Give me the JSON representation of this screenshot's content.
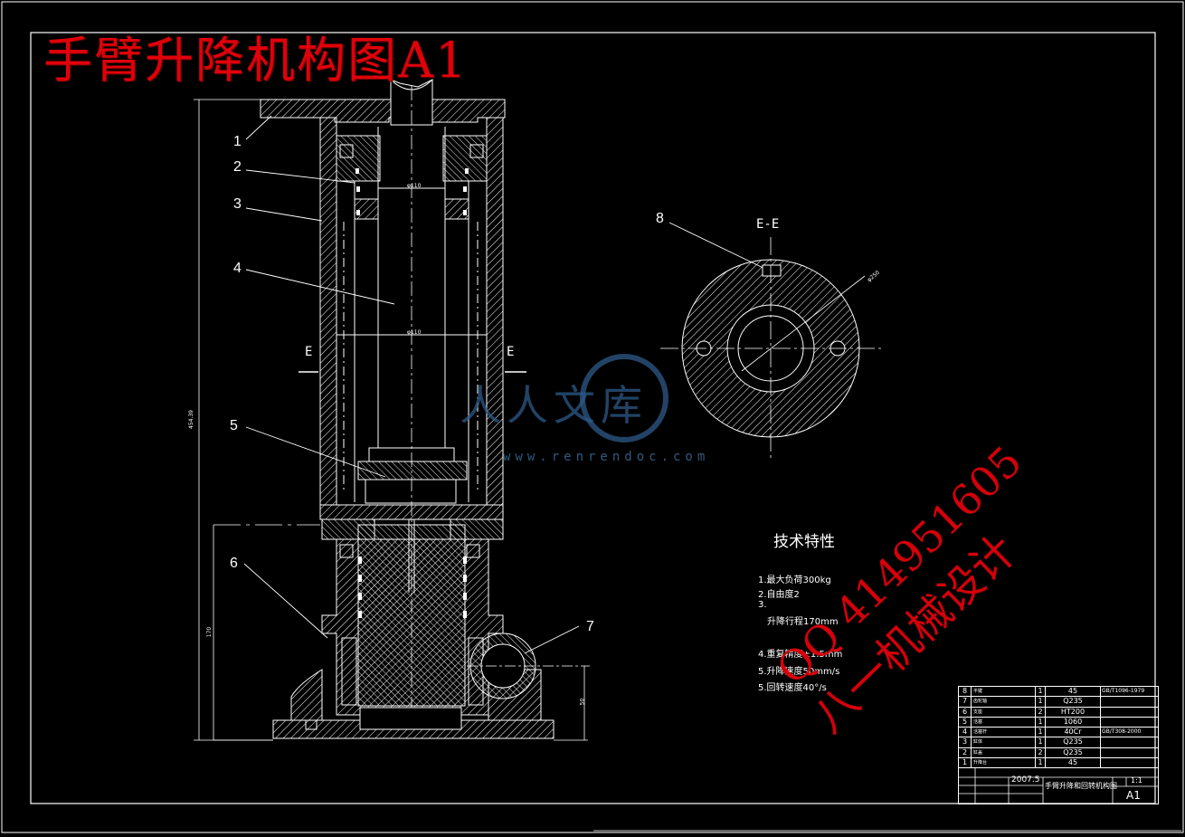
{
  "title": "手臂升降机构图A1",
  "part_labels": [
    "1",
    "2",
    "3",
    "4",
    "5",
    "6",
    "7",
    "8"
  ],
  "section_labels": {
    "left": "E",
    "right": "E",
    "view": "E-E"
  },
  "tech": {
    "title": "技术特性",
    "lines": [
      "1.最大负荷300kg",
      "2.自由度2",
      "3.",
      "升降行程170mm",
      "",
      "4.重复精度±1.5mm",
      "5.升降速度50mm/s",
      "5.回转速度40°/s"
    ]
  },
  "bom_rows": [
    {
      "no": "8",
      "name": "平键",
      "qty": "1",
      "mat": "45",
      "std": "GB/T1096-1979"
    },
    {
      "no": "7",
      "name": "齿轮轴",
      "qty": "1",
      "mat": "Q235",
      "std": ""
    },
    {
      "no": "6",
      "name": "支座",
      "qty": "2",
      "mat": "HT200",
      "std": ""
    },
    {
      "no": "5",
      "name": "活塞",
      "qty": "1",
      "mat": "1060",
      "std": ""
    },
    {
      "no": "4",
      "name": "活塞杆",
      "qty": "1",
      "mat": "40Cr",
      "std": "GB/T308-2000"
    },
    {
      "no": "3",
      "name": "缸体",
      "qty": "1",
      "mat": "Q235",
      "std": ""
    },
    {
      "no": "2",
      "name": "缸盖",
      "qty": "2",
      "mat": "Q235",
      "std": ""
    },
    {
      "no": "1",
      "name": "升降台",
      "qty": "1",
      "mat": "45",
      "std": ""
    }
  ],
  "title_block": {
    "date": "2007.5",
    "name": "手臂升降和回转机构图",
    "scale": "1:1",
    "sheet": "A1"
  },
  "dims": {
    "total_height": "454.39",
    "lower_height": "170",
    "right_height": "50",
    "bore_top": "φ110",
    "bore_mid": "φ110",
    "circle_dia": "φ250"
  },
  "watermark": {
    "logo_text": "人人文库",
    "url": "www.renrendoc.com",
    "qq": "QQ 414951605",
    "design": "八一机械设计"
  },
  "colors": {
    "background": "#000000",
    "lines": "#ffffff",
    "title_red": "#e0000a",
    "logo_blue": "#2d5a88"
  }
}
